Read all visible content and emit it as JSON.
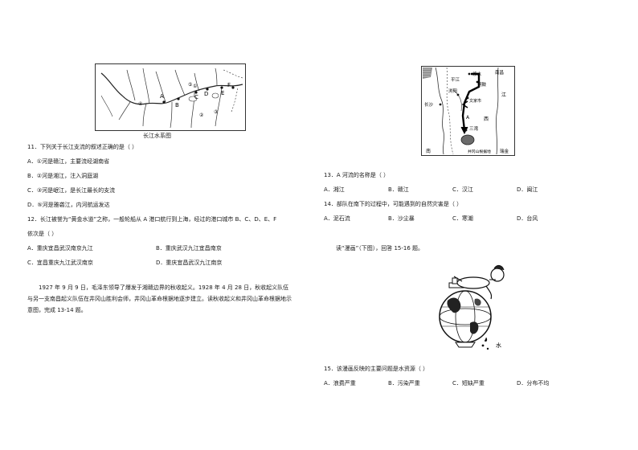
{
  "left": {
    "map1_caption": "长江水系图",
    "map1_labels": {
      "A": "A",
      "B": "B",
      "C": "C",
      "D": "D",
      "E": "E",
      "F": "F",
      "r1": "①",
      "r2": "②",
      "r3": "③",
      "r4": "④",
      "r5": "⑤"
    },
    "q11": {
      "stem": "11．下列关于长江支流的叙述正确的是（    ）",
      "a": "A．①河是赣江，主要流经湖南省",
      "b": "B．②河是湘江，注入洞庭湖",
      "c": "C．③河是岷江，是长江最长的支流",
      "d": "D．⑤河是雅砻江，内河航运发达"
    },
    "q12": {
      "stem": "12．长江被誉为“黄金水道”之称，一般轮船从 A 港口航行到上海，经过的港口城市 B、C、D、E、F",
      "stem2": "依次是（    ）",
      "a": "A．重庆宜昌武汉南京九江",
      "b": "B．重庆武汉九江宜昌南京",
      "c": "C．宜昌重庆九江武汉南京",
      "d": "D．重庆宜昌武汉九江南京"
    },
    "intro": "1927 年 9 月 9 日，毛泽东领导了爆发于湘赣边界的秋收起义。1928 年 4 月 28 日，秋收起义队伍与另一支南昌起义队伍在井冈山胜利会师，井冈山革命根据地逐步建立。读秋收起义和井冈山革命根据地示意图，完成 13-14 题。"
  },
  "right": {
    "map2_labels": {
      "pingjiang": "平江",
      "xiushui": "修水",
      "tonggu": "铜鼓",
      "liuyang": "浏阳",
      "wenjiashi": "文家市",
      "changsha": "长沙",
      "sanwan": "三湾",
      "jinggangshan": "井冈山根据地",
      "nanchang": "南昌",
      "jiang": "江",
      "xi": "西",
      "ruijin": "瑞金",
      "nan": "南",
      "arrowA": "A"
    },
    "q13": {
      "stem": "13．A 河流的名称是（    ）",
      "a": "A．湘江",
      "b": "B．赣江",
      "c": "C．汉江",
      "d": "D．闽江"
    },
    "q14": {
      "stem": "14．部队在南下的过程中，可能遇到的自然灾害是（    ）",
      "a": "A．泥石流",
      "b": "B．沙尘暴",
      "c": "C．寒潮",
      "d": "D．台风"
    },
    "read": "读“漫画”（下图），回答 15-16 题。",
    "cartoon_label": "水",
    "q15": {
      "stem": "15．该漫画反映的主要问题是水资源（    ）",
      "a": "A．浪费严重",
      "b": "B．污染严重",
      "c": "C．短缺严重",
      "d": "D．分布不均"
    }
  }
}
